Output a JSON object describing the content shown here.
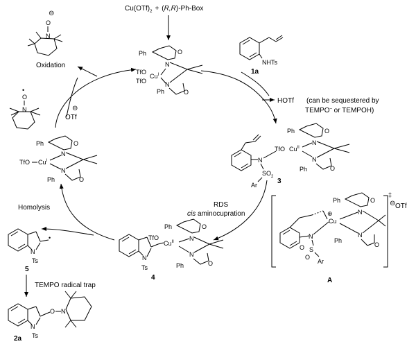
{
  "reagents": {
    "catalyst_source": "Cu(OTf)",
    "catalyst_source_sub": "2",
    "plus": "+",
    "ligand_prefix": "(",
    "ligand_stereo": "R,R",
    "ligand_suffix": ")-Ph-Box"
  },
  "substrate": {
    "group": "NHTs",
    "label": "1a"
  },
  "byproduct": {
    "name": "HOTf",
    "note_line1": "(can be sequestered by",
    "note_line2_a": "TEMPO",
    "note_line2_sup": "–",
    "note_line2_b": " or TEMPOH)"
  },
  "steps": {
    "oxidation": "Oxidation",
    "rds": "RDS",
    "aminocupration_italic": "cis",
    "aminocupration": " aminocupration",
    "homolysis": "Homolysis",
    "radical_trap": "TEMPO radical trap"
  },
  "counterion": {
    "sign": "⊖",
    "name": "OTf"
  },
  "tempo": {
    "radical_atom_n": "N",
    "radical_atom_o": "O",
    "radical_dot": "•",
    "anion_sign": "⊖",
    "anion_o": "O",
    "anion_n": "N"
  },
  "complexes": {
    "cu1_label": "Cu",
    "cu1_ox": "I",
    "cu2_label": "Cu",
    "cu2_ox": "II",
    "tfo": "TfO",
    "n": "N",
    "o": "O",
    "ph": "Ph",
    "ar": "Ar",
    "so2": "SO",
    "so2_sub": "2",
    "s": "S",
    "ts": "Ts"
  },
  "compound_labels": {
    "c3": "3",
    "c4": "4",
    "c5": "5",
    "c2a": "2a",
    "tsA": "A"
  },
  "transition_state": {
    "charge_plus": "⊕",
    "dagger": "‡",
    "counter_sign": "⊖",
    "counter_name": "OTf"
  }
}
